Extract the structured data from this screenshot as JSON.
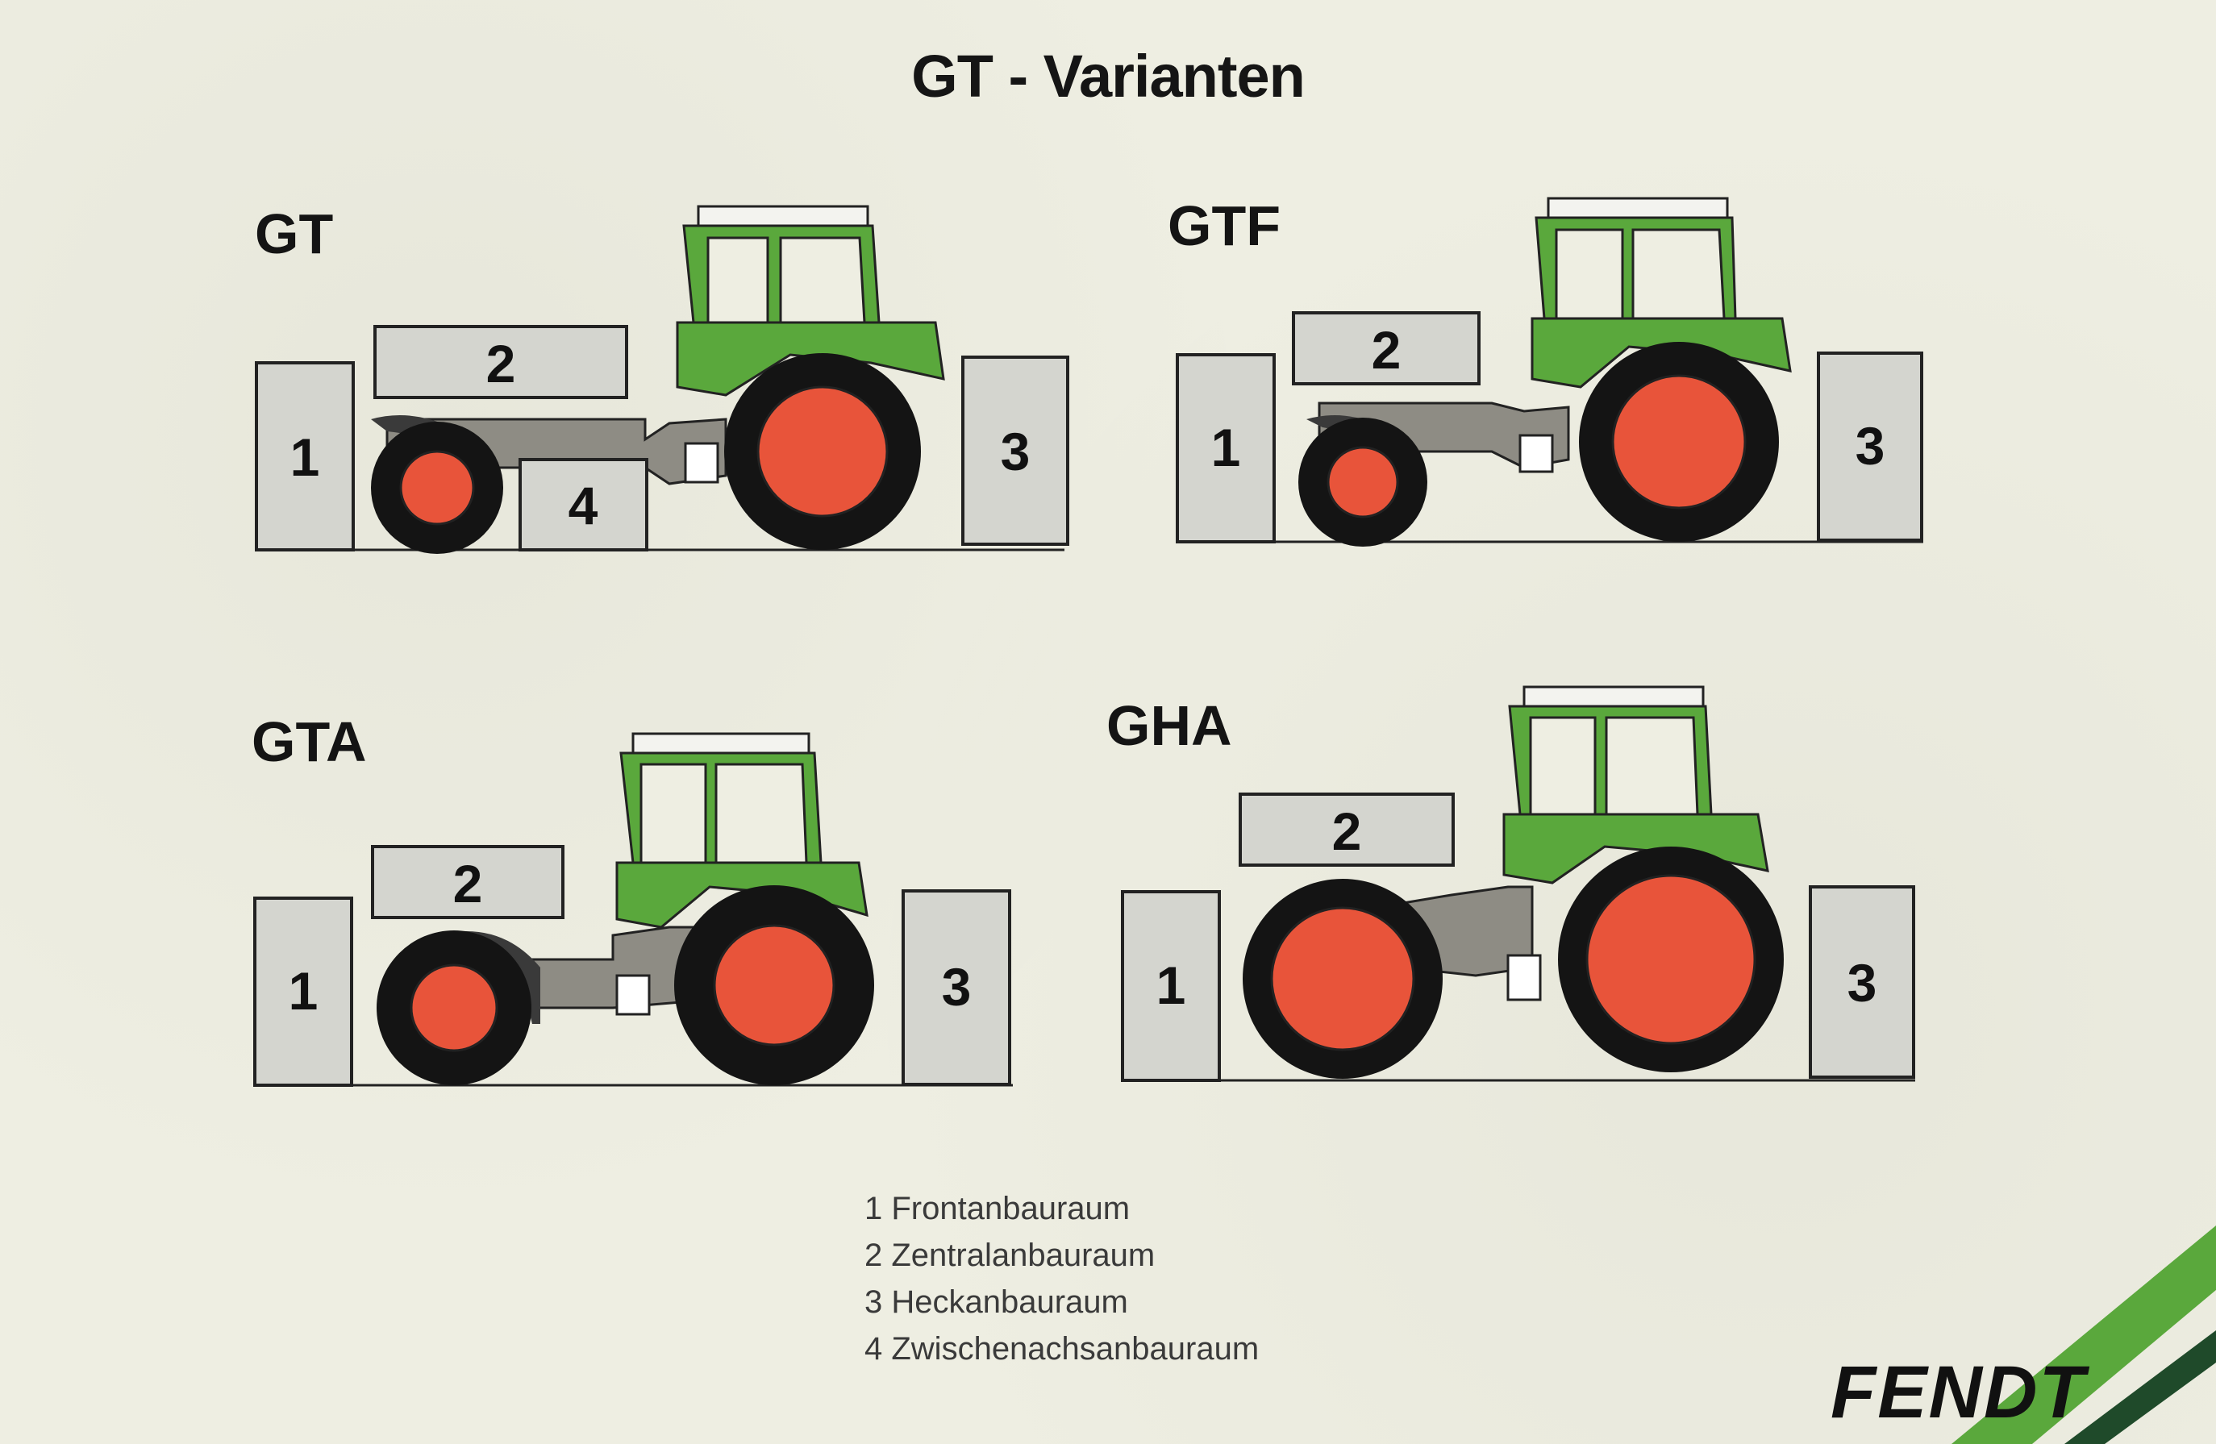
{
  "title": "GT - Varianten",
  "variants": [
    {
      "name": "GT",
      "zones": [
        "1",
        "2",
        "3",
        "4"
      ]
    },
    {
      "name": "GTF",
      "zones": [
        "1",
        "2",
        "3"
      ]
    },
    {
      "name": "GTA",
      "zones": [
        "1",
        "2",
        "3"
      ]
    },
    {
      "name": "GHA",
      "zones": [
        "1",
        "2",
        "3"
      ]
    }
  ],
  "legend": [
    "1 Frontanbauraum",
    "2 Zentralanbauraum",
    "3 Heckanbauraum",
    "4 Zwischenachsanbauraum"
  ],
  "brand": "FENDT",
  "colors": {
    "body_green": "#5aa83c",
    "wheel_red": "#e8543a",
    "tire_black": "#141414",
    "frame_grey": "#8e8c84",
    "box_fill": "#d4d5cf",
    "stripe_green": "#5aa83c",
    "stripe_dark": "#1f4a2a"
  }
}
